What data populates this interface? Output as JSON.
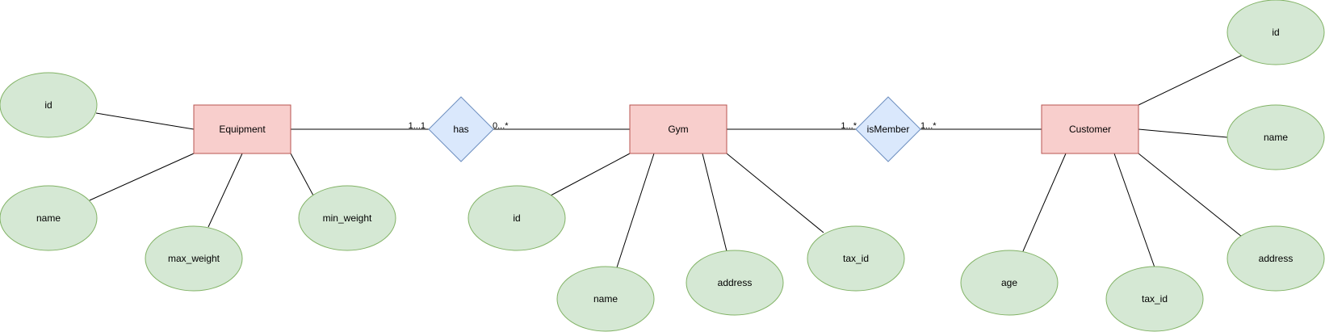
{
  "entities": {
    "equipment": "Equipment",
    "gym": "Gym",
    "customer": "Customer"
  },
  "relationships": {
    "has": "has",
    "is_member": "isMember"
  },
  "cardinalities": {
    "has_left": "1...1",
    "has_right": "0...*",
    "member_left": "1...*",
    "member_right": "1...*"
  },
  "attributes": {
    "equipment": {
      "id": "id",
      "name": "name",
      "max_weight": "max_weight",
      "min_weight": "min_weight"
    },
    "gym": {
      "id": "id",
      "name": "name",
      "address": "address",
      "tax_id": "tax_id"
    },
    "customer": {
      "id": "id",
      "name": "name",
      "address": "address",
      "age": "age",
      "tax_id": "tax_id"
    }
  },
  "colors": {
    "entity_fill": "#f8cecc",
    "entity_stroke": "#b85450",
    "attribute_fill": "#d5e8d4",
    "attribute_stroke": "#82b366",
    "relationship_fill": "#dae8fc",
    "relationship_stroke": "#6c8ebf"
  }
}
